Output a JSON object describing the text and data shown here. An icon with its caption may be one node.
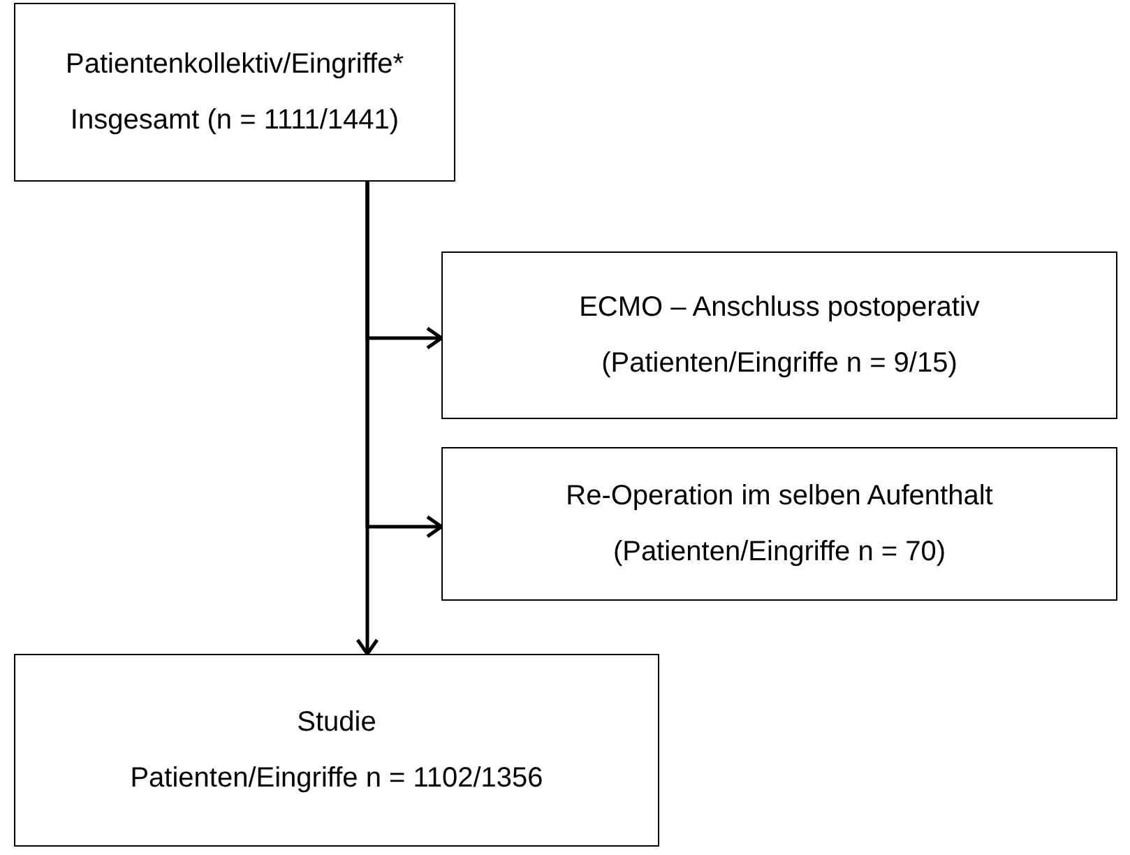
{
  "diagram": {
    "nodes": [
      {
        "text": [
          "Patientenkollektiv/Eingriffe*",
          "Insgesamt (n = 1111/1441)"
        ]
      },
      {
        "text": [
          "ECMO – Anschluss postoperativ",
          "(Patienten/Eingriffe n = 9/15)"
        ]
      },
      {
        "text": [
          "Re-Operation im selben Aufenthalt",
          "(Patienten/Eingriffe n = 70)"
        ]
      },
      {
        "text": [
          "Studie",
          "Patienten/Eingriffe n = 1102/1356"
        ]
      }
    ],
    "edges": [
      {
        "from": 0,
        "to": 1,
        "arrow": "to"
      },
      {
        "from": 0,
        "to": 2,
        "arrow": "to"
      },
      {
        "from": 0,
        "to": 3,
        "arrow": "to"
      }
    ]
  }
}
